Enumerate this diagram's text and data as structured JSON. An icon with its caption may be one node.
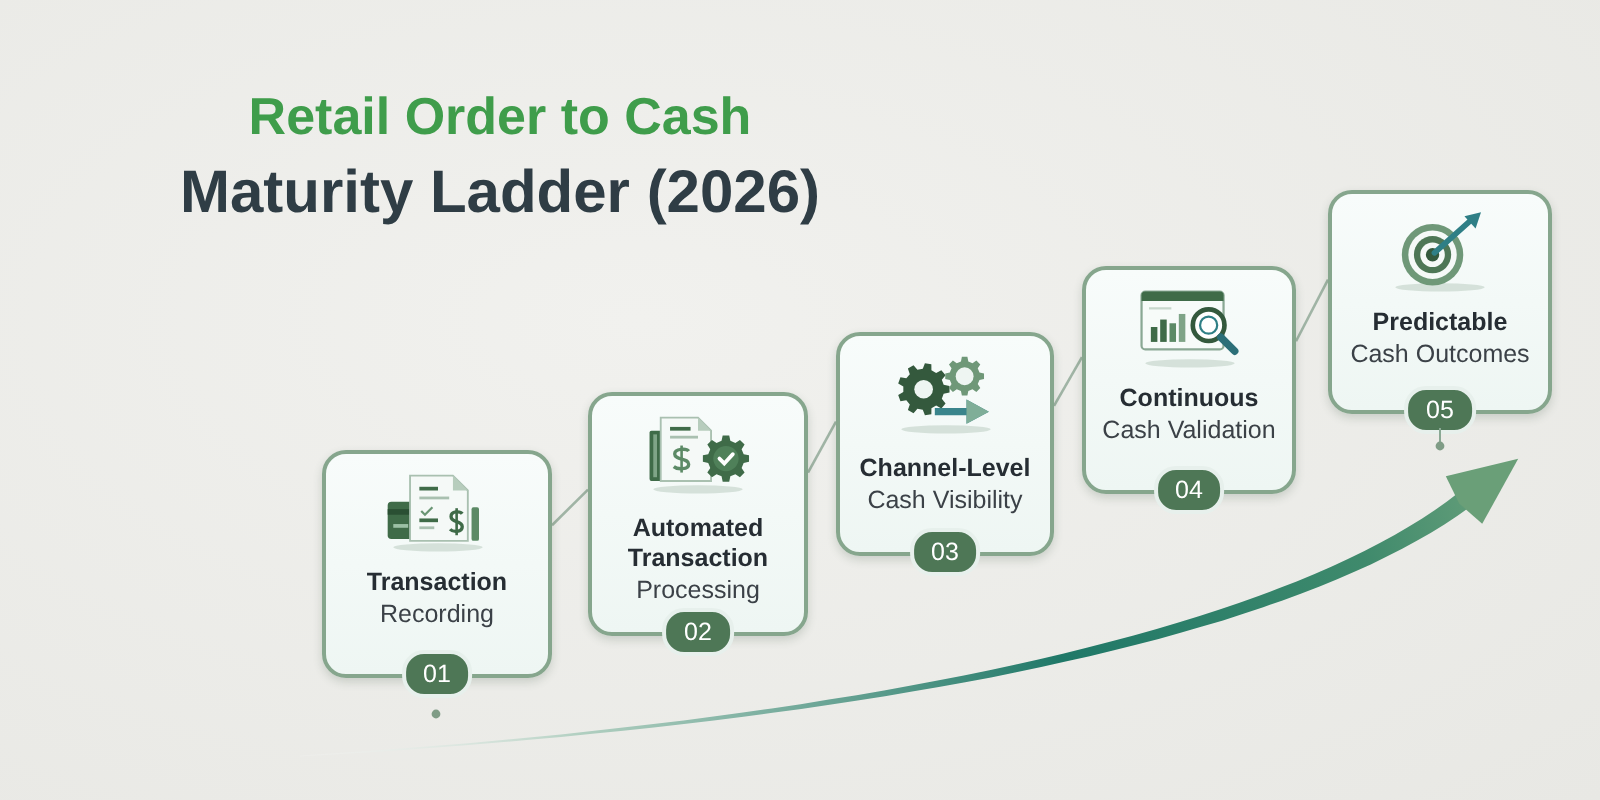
{
  "diagram": {
    "title": "Retail Order to Cash",
    "nodes": [
      {
        "text": [
          "Transaction",
          "Recording",
          "01"
        ]
      },
      {
        "text": [
          "Automated Transaction",
          "Processing",
          "02"
        ]
      },
      {
        "text": [
          "Channel-Level",
          "Cash Visibility",
          "03"
        ]
      },
      {
        "text": [
          "Continuous",
          "Cash Validation",
          "04"
        ]
      },
      {
        "text": [
          "Predictable",
          "Cash Outcomes",
          "05"
        ]
      }
    ],
    "edges": [
      {
        "from": 0,
        "to": 1,
        "arrow": "none"
      },
      {
        "from": 1,
        "to": 2,
        "arrow": "none"
      },
      {
        "from": 2,
        "to": 3,
        "arrow": "none"
      },
      {
        "from": 3,
        "to": 4,
        "arrow": "none"
      }
    ],
    "labels": [
      "Maturity Ladder (2026)"
    ]
  }
}
